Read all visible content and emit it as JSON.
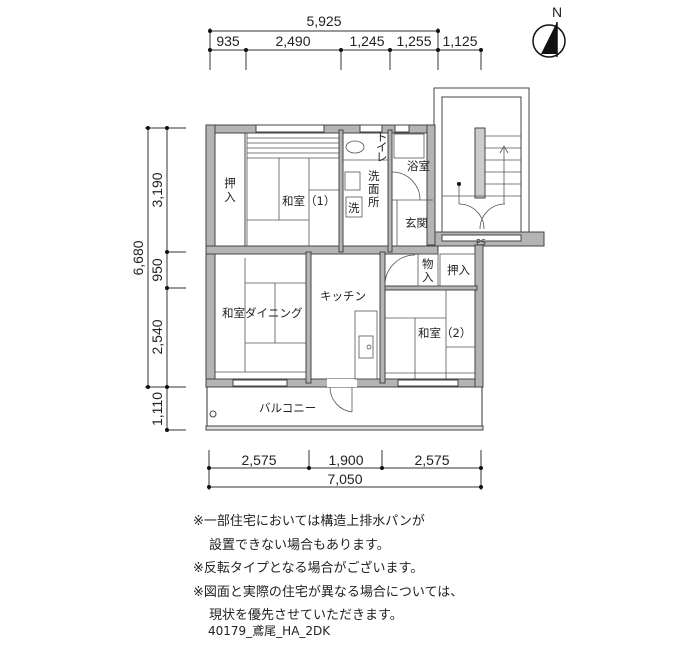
{
  "dimensions": {
    "top_total": "5,925",
    "top_segments": [
      "935",
      "2,490",
      "1,245",
      "1,255",
      "1,125"
    ],
    "left_total": "6,680",
    "left_segments": [
      "3,190",
      "950",
      "2,540",
      "1,110"
    ],
    "bottom_segments": [
      "2,575",
      "1,900",
      "2,575"
    ],
    "bottom_total": "7,050"
  },
  "compass": {
    "label": "N"
  },
  "rooms": {
    "closet_left": [
      "押",
      "入"
    ],
    "washitsu1": "和室（1）",
    "toilet": [
      "ト",
      "イ",
      "レ"
    ],
    "washroom": [
      "洗",
      "面",
      "所"
    ],
    "washer": "洗",
    "bath": "浴室",
    "entrance": "玄関",
    "ps": "PS",
    "storage": [
      "物",
      "入"
    ],
    "closet_right": "押入",
    "dining": "和室ダイニング",
    "kitchen": "キッチン",
    "washitsu2": "和室（2）",
    "balcony": "バルコニー"
  },
  "notes": [
    "※一部住宅においては構造上排水パンが",
    "設置できない場合もあります。",
    "※反転タイプとなる場合がございます。",
    "※図面と実際の住宅が異なる場合については、",
    "現状を優先させていただきます。"
  ],
  "caption": "40179_鳶尾_HA_2DK"
}
